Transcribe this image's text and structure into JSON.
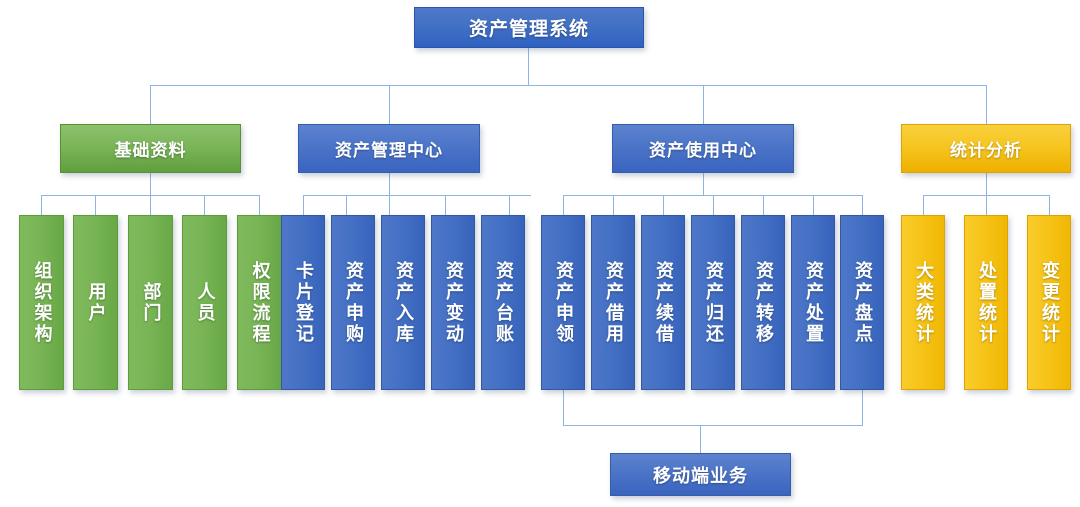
{
  "diagram": {
    "title": "资产管理系统",
    "accent_colors": {
      "blue": "#4270c4",
      "green": "#79b456",
      "gold": "#f6c418",
      "connector": "#8eb4e3",
      "background": "#ffffff",
      "text": "#ffffff"
    },
    "root": {
      "label": "资产管理系统",
      "color": "#4270c4"
    },
    "branches": [
      {
        "label": "基础资料",
        "color": "#79b456",
        "leaves": [
          {
            "label": "组织架构"
          },
          {
            "label": "用户"
          },
          {
            "label": "部门"
          },
          {
            "label": "人员"
          },
          {
            "label": "权限流程"
          }
        ]
      },
      {
        "label": "资产管理中心",
        "color": "#4270c4",
        "leaves": [
          {
            "label": "卡片登记"
          },
          {
            "label": "资产申购"
          },
          {
            "label": "资产入库"
          },
          {
            "label": "资产变动"
          },
          {
            "label": "资产台账"
          }
        ]
      },
      {
        "label": "资产使用中心",
        "color": "#4270c4",
        "leaves": [
          {
            "label": "资产申领"
          },
          {
            "label": "资产借用"
          },
          {
            "label": "资产续借"
          },
          {
            "label": "资产归还"
          },
          {
            "label": "资产转移"
          },
          {
            "label": "资产处置"
          },
          {
            "label": "资产盘点"
          }
        ]
      },
      {
        "label": "统计分析",
        "color": "#f6c418",
        "leaves": [
          {
            "label": "大类统计"
          },
          {
            "label": "处置统计"
          },
          {
            "label": "变更统计"
          }
        ]
      }
    ],
    "bottom_node": {
      "label": "移动端业务",
      "color": "#4270c4"
    }
  }
}
